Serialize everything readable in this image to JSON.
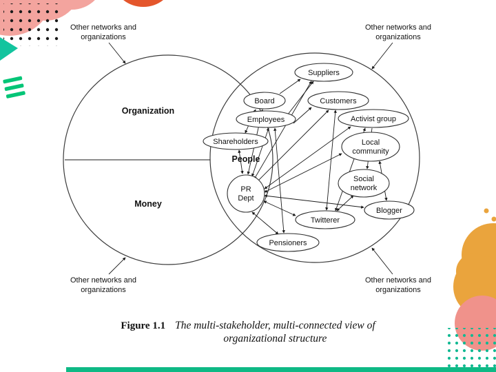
{
  "diagram": {
    "corner_top_left": {
      "line1": "Other networks and",
      "line2": "organizations"
    },
    "corner_top_right": {
      "line1": "Other networks and",
      "line2": "organizations"
    },
    "corner_bottom_left": {
      "line1": "Other networks and",
      "line2": "organizations"
    },
    "corner_bottom_right": {
      "line1": "Other networks and",
      "line2": "organizations"
    },
    "left_circle": {
      "top_label": "Organization",
      "bottom_label": "Money"
    },
    "overlap_label": "People",
    "nodes": {
      "suppliers": "Suppliers",
      "customers": "Customers",
      "board": "Board",
      "employees": "Employees",
      "shareholders": "Shareholders",
      "activist_group": "Activist group",
      "local_community_line1": "Local",
      "local_community_line2": "community",
      "social_network_line1": "Social",
      "social_network_line2": "network",
      "pr_dept_line1": "PR",
      "pr_dept_line2": "Dept",
      "twitterer": "Twitterer",
      "blogger": "Blogger",
      "pensioners": "Pensioners"
    }
  },
  "caption": {
    "label": "Figure 1.1",
    "line1": "The multi-stakeholder, multi-connected view of",
    "line2": "organizational structure"
  },
  "colors": {
    "teal": "#12c49e",
    "green": "#04c577",
    "pink": "#f3a49e",
    "salmon_circle": "#f0928b",
    "mustard": "#eaa43d",
    "red_orange": "#e4562c",
    "bottom_bar": "#0eb985",
    "dot_black": "#1b1b1b",
    "dot_teal": "#12b993"
  }
}
